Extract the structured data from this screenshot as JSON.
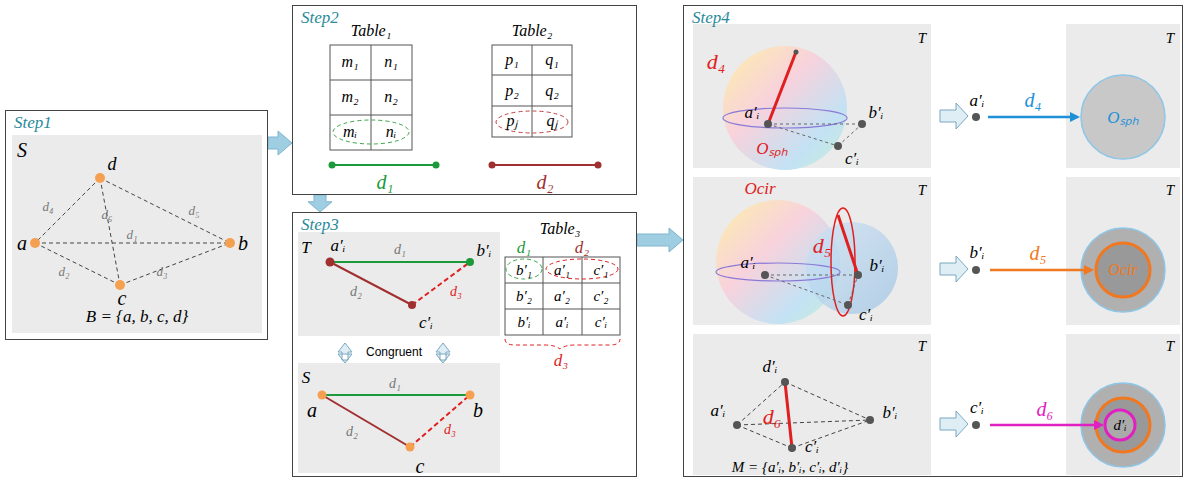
{
  "diagram": {
    "nodes": [
      {
        "text": [
          "Step1"
        ]
      },
      {
        "text": [
          "Step2"
        ]
      },
      {
        "text": [
          "Step3"
        ]
      },
      {
        "text": [
          "Step4"
        ]
      }
    ],
    "edges": [
      {
        "from": 0,
        "to": 1,
        "arrow": "to"
      },
      {
        "from": 1,
        "to": 2,
        "arrow": "to"
      },
      {
        "from": 2,
        "to": 3,
        "arrow": "to"
      }
    ],
    "labels": [
      "S",
      "d",
      "a",
      "b",
      "c",
      "d₄",
      "d₆",
      "d₅",
      "d₁",
      "d₂",
      "d₃",
      "B = {a, b, c, d}",
      "Table₁",
      "m₁",
      "n₁",
      "m₂",
      "n₂",
      "mᵢ",
      "nᵢ",
      "Table₂",
      "p₁",
      "q₁",
      "p₂",
      "q₂",
      "pⱼ",
      "qⱼ",
      "d₁",
      "d₂",
      "T",
      "a′ᵢ",
      "d₁",
      "b′ᵢ",
      "d₂",
      "d₃",
      "c′ᵢ",
      "Congruent",
      "S",
      "a",
      "d₁",
      "b",
      "d₂",
      "d₃",
      "c",
      "Table₃",
      "d₁",
      "d₂",
      "b′₁",
      "a′₁",
      "c′₁",
      "b′₂",
      "a′₂",
      "c′₂",
      "b′ᵢ",
      "a′ᵢ",
      "c′ᵢ",
      "d₃",
      "T",
      "d₄",
      "a′ᵢ",
      "b′ᵢ",
      "c′ᵢ",
      "Oₛₚₕ",
      "a′ᵢ",
      "d₄",
      "T",
      "Oₛₚₕ",
      "T",
      "Ocir",
      "d₅",
      "a′ᵢ",
      "b′ᵢ",
      "c′ᵢ",
      "b′ᵢ",
      "d₅",
      "T",
      "Ocir",
      "T",
      "d′ᵢ",
      "d₆",
      "a′ᵢ",
      "b′ᵢ",
      "c′ᵢ",
      "M = {a′ᵢ, b′ᵢ, c′ᵢ, d′ᵢ}",
      "c′ᵢ",
      "d₆",
      "T",
      "d′ᵢ"
    ]
  }
}
